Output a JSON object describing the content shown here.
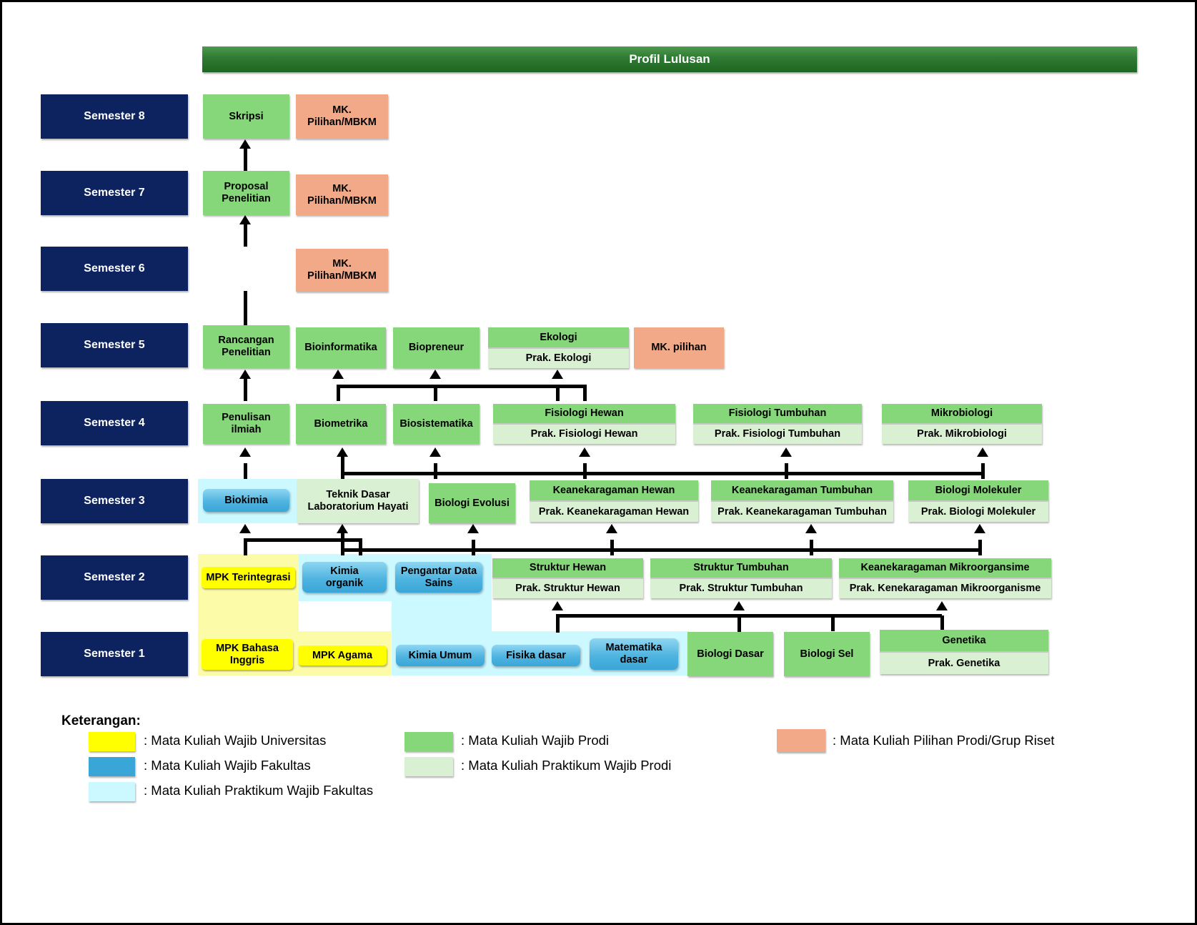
{
  "header": {
    "title": "Profil Lulusan"
  },
  "semesters": [
    {
      "label": "Semester 8"
    },
    {
      "label": "Semester 7"
    },
    {
      "label": "Semester 6"
    },
    {
      "label": "Semester 5"
    },
    {
      "label": "Semester 4"
    },
    {
      "label": "Semester 3"
    },
    {
      "label": "Semester 2"
    },
    {
      "label": "Semester 1"
    }
  ],
  "courses": {
    "skripsi": "Skripsi",
    "mk_pilihan_mbkm_8": "MK. Pilihan/MBKM",
    "proposal_penelitian": "Proposal\nPenelitian",
    "mk_pilihan_mbkm_7": "MK. Pilihan/MBKM",
    "mk_pilihan_mbkm_6": "MK. Pilihan/MBKM",
    "rancangan_penelitian": "Rancangan\nPenelitian",
    "bioinformatika": "Bioinformatika",
    "biopreneur": "Biopreneur",
    "ekologi": "Ekologi",
    "prak_ekologi": "Prak. Ekologi",
    "mk_pilihan_5": "MK. pilihan",
    "penulisan_ilmiah": "Penulisan ilmiah",
    "biometrika": "Biometrika",
    "biosistematika": "Biosistematika",
    "fisiologi_hewan": "Fisiologi Hewan",
    "prak_fisiologi_hewan": "Prak. Fisiologi Hewan",
    "fisiologi_tumbuhan": "Fisiologi Tumbuhan",
    "prak_fisiologi_tumbuhan": "Prak. Fisiologi Tumbuhan",
    "mikrobiologi": "Mikrobiologi",
    "prak_mikrobiologi": "Prak. Mikrobiologi",
    "biokimia": "Biokimia",
    "teknik_dasar_lab": "Teknik Dasar\nLaboratorium Hayati",
    "biologi_evolusi": "Biologi Evolusi",
    "keanekaragaman_hewan": "Keanekaragaman Hewan",
    "prak_keanekaragaman_hewan": "Prak. Keanekaragaman Hewan",
    "keanekaragaman_tumbuhan": "Keanekaragaman Tumbuhan",
    "prak_keanekaragaman_tumbuhan": "Prak. Keanekaragaman Tumbuhan",
    "biologi_molekuler": "Biologi Molekuler",
    "prak_biologi_molekuler": "Prak. Biologi Molekuler",
    "mpk_terintegrasi": "MPK Terintegrasi",
    "kimia_organik": "Kimia\norganik",
    "pengantar_data_sains": "Pengantar Data\nSains",
    "struktur_hewan": "Struktur Hewan",
    "prak_struktur_hewan": "Prak. Struktur Hewan",
    "struktur_tumbuhan": "Struktur Tumbuhan",
    "prak_struktur_tumbuhan": "Prak. Struktur Tumbuhan",
    "keanekaragaman_mikroorgansime": "Keanekaragaman Mikroorgansime",
    "prak_kenekaragaman_mikroorganisme": "Prak. Kenekaragaman Mikroorganisme",
    "mpk_bahasa_inggris": "MPK Bahasa\nInggris",
    "mpk_agama": "MPK Agama",
    "kimia_umum": "Kimia Umum",
    "fisika_dasar": "Fisika dasar",
    "matematika_dasar": "Matematika\ndasar",
    "biologi_dasar": "Biologi Dasar",
    "biologi_sel": "Biologi Sel",
    "genetika": "Genetika",
    "prak_genetika": "Prak. Genetika"
  },
  "legend": {
    "title": "Keterangan:",
    "items": [
      {
        "color": "#ffff00",
        "label": ": Mata Kuliah Wajib Universitas"
      },
      {
        "color": "#3aa6d8",
        "label": ": Mata Kuliah Wajib Fakultas"
      },
      {
        "color": "#ccf8ff",
        "label": ": Mata Kuliah Praktikum Wajib Fakultas"
      },
      {
        "color": "#85d77a",
        "label": ": Mata Kuliah Wajib Prodi"
      },
      {
        "color": "#d9f0d2",
        "label": ": Mata Kuliah Praktikum Wajib Prodi"
      },
      {
        "color": "#f2a987",
        "label": ": Mata Kuliah Pilihan Prodi/Grup Riset"
      }
    ]
  },
  "colors": {
    "semester_navy": "#0d2360",
    "banner_green": "#2f7a33",
    "prodi_green": "#85d77a",
    "prak_green": "#d9f0d2",
    "pilihan_orange": "#f2a987",
    "univ_yellow": "#ffff00",
    "fakultas_blue": "#3aa6d8",
    "prak_fakultas_cyan": "#ccf8ff"
  }
}
